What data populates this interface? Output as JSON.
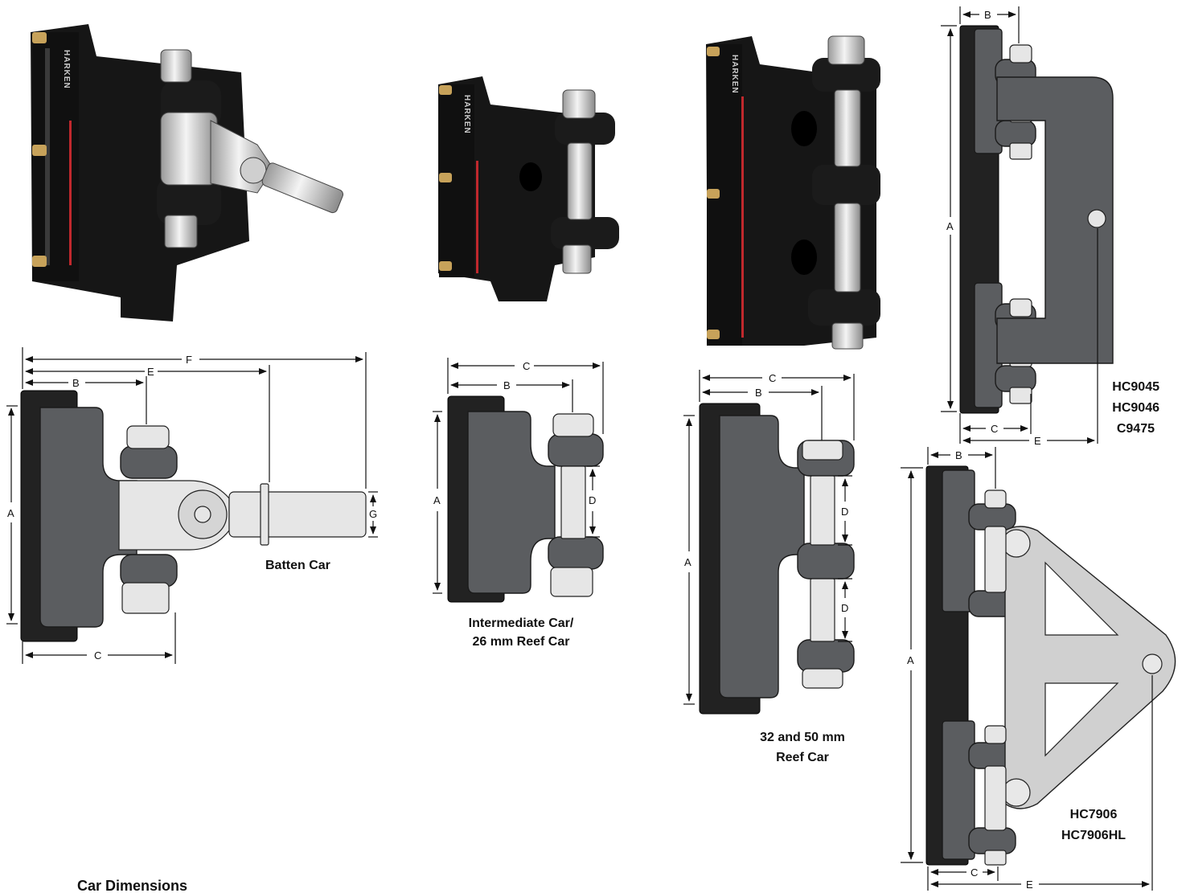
{
  "brand_text": "HARKEN",
  "dimension_letters": {
    "a": "A",
    "b": "B",
    "c": "C",
    "d": "D",
    "e": "E",
    "f": "F",
    "g": "G"
  },
  "captions": {
    "batten_car": "Batten Car",
    "intermediate_car_line1": "Intermediate Car/",
    "intermediate_car_line2": "26 mm Reef Car",
    "reef_car_line1": "32 and 50 mm",
    "reef_car_line2": "Reef Car",
    "hc9045": "HC9045",
    "hc9046": "HC9046",
    "c9475": "C9475",
    "hc7906": "HC7906",
    "hc7906hl": "HC7906HL",
    "car_dimensions": "Car Dimensions"
  },
  "colors": {
    "car_body": "#5b5d60",
    "photo_black": "#161616",
    "stripe_red": "#c0282d",
    "stud_brass": "#c7a25a",
    "steel": "#d9d9d9"
  }
}
